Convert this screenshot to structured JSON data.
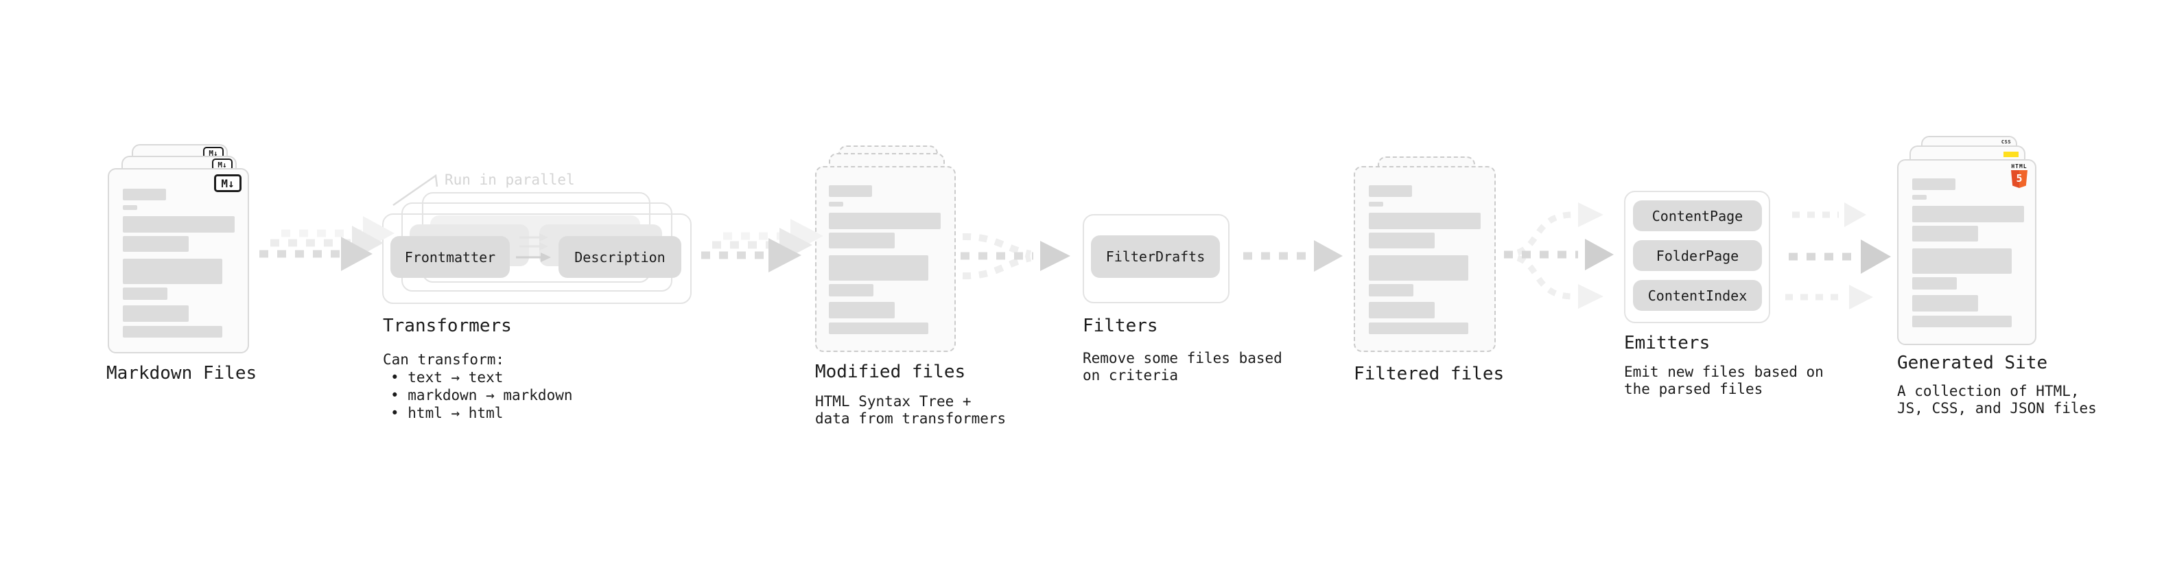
{
  "nodes": {
    "markdown_files": {
      "label": "Markdown Files",
      "badge": "M↓",
      "icon": "markdown-icon"
    },
    "transformers": {
      "label": "Transformers",
      "annotation": "Run in parallel",
      "pills": [
        "Frontmatter",
        "Description"
      ],
      "body": [
        "Can transform:",
        "• text → text",
        "• markdown → markdown",
        "• html → html"
      ]
    },
    "modified_files": {
      "label": "Modified files",
      "body": [
        "HTML Syntax Tree +",
        "data from transformers"
      ]
    },
    "filters": {
      "label": "Filters",
      "pills": [
        "FilterDrafts"
      ],
      "body": [
        "Remove some files based",
        "on criteria"
      ]
    },
    "filtered_files": {
      "label": "Filtered files"
    },
    "emitters": {
      "label": "Emitters",
      "pills": [
        "ContentPage",
        "FolderPage",
        "ContentIndex"
      ],
      "body": [
        "Emit new files based on",
        "the parsed files"
      ]
    },
    "generated_site": {
      "label": "Generated Site",
      "body": [
        "A collection of HTML,",
        "JS, CSS, and JSON files"
      ],
      "badges": {
        "html_text": "HTML",
        "html_number": "5",
        "css_text": "CSS"
      }
    }
  },
  "colors": {
    "text": "#1b1b1b",
    "card_fill": "#fbfbfb",
    "card_border": "#d9d9d9",
    "dashed_fill": "#fafafa",
    "dashed_border": "#cbcbcb",
    "outline": "#e3e3e3",
    "pill_fill": "#dcdcdc",
    "ghost_mid": "#e9e9e9",
    "ghost_back": "#f1f1f1",
    "bar_fill": "#dcdcdc",
    "annotation": "#d4d4d4",
    "arrow_dash": "#dedede",
    "arrow_head": "#d6d6d6",
    "arrow_dark": "#cfcfcf",
    "arrow_light": "#efefef",
    "html5_orange": "#e44d26",
    "html5_orange_light": "#f16529",
    "js_yellow": "#ffdf1e",
    "css_blue": "#2d6be8"
  }
}
